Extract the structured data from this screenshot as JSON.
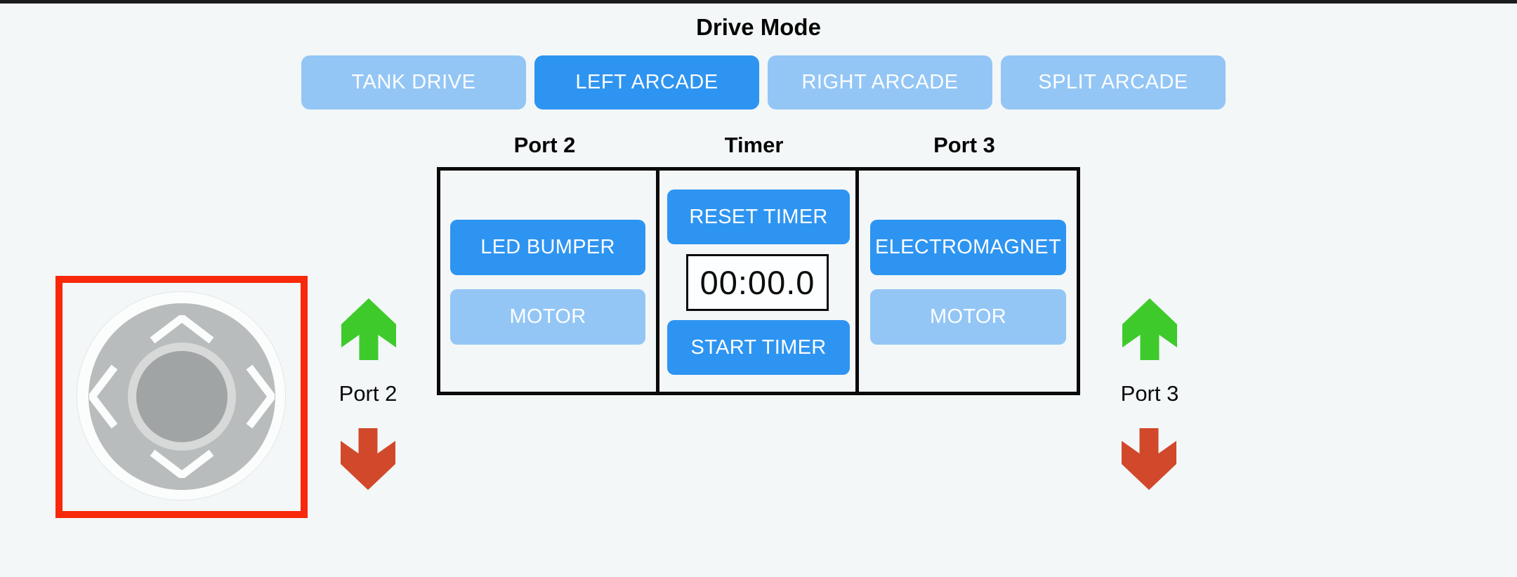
{
  "header": {
    "title": "Drive Mode"
  },
  "drive_mode_buttons": [
    {
      "label": "TANK DRIVE",
      "active": false
    },
    {
      "label": "LEFT ARCADE",
      "active": true
    },
    {
      "label": "RIGHT ARCADE",
      "active": false
    },
    {
      "label": "SPLIT ARCADE",
      "active": false
    }
  ],
  "device_panel": {
    "port2": {
      "header": "Port 2",
      "buttons": [
        {
          "label": "LED BUMPER",
          "active": true
        },
        {
          "label": "MOTOR",
          "active": false
        }
      ]
    },
    "timer": {
      "header": "Timer",
      "reset_button": "RESET TIMER",
      "display": "00:00.0",
      "start_button": "START TIMER"
    },
    "port3": {
      "header": "Port 3",
      "buttons": [
        {
          "label": "ELECTROMAGNET",
          "active": true
        },
        {
          "label": "MOTOR",
          "active": false
        }
      ]
    }
  },
  "port_indicators": {
    "left": {
      "label": "Port 2",
      "up_arrow": "green-up-arrow",
      "down_arrow": "red-down-arrow"
    },
    "right": {
      "label": "Port 3",
      "up_arrow": "green-up-arrow",
      "down_arrow": "red-down-arrow"
    }
  },
  "joystick": {
    "directions": [
      "up",
      "down",
      "left",
      "right"
    ],
    "frame": "red-highlight-square"
  },
  "colors": {
    "background": "#f3f7f8",
    "button_active_blue": "#2e94f1",
    "button_inactive_blue": "#93c6f5",
    "panel_border": "#0a0a0a",
    "joystick_frame_red": "#f8280a",
    "arrow_green": "#3fca2b",
    "arrow_red": "#d1492a",
    "joystick_pad_gray": "#b9bcbd",
    "joystick_knob_gray": "#a1a4a4"
  }
}
